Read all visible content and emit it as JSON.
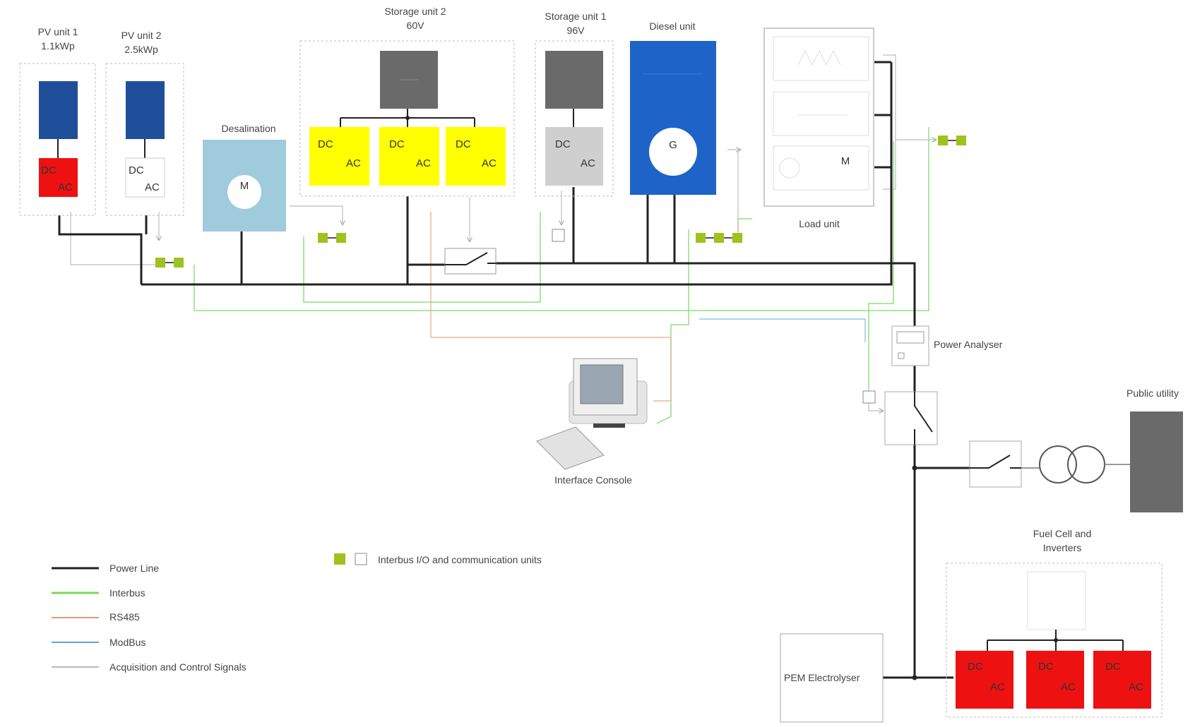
{
  "labels": {
    "pv1_line1": "PV unit 1",
    "pv1_line2": "1.1kWp",
    "pv2_line1": "PV unit 2",
    "pv2_line2": "2.5kWp",
    "storage2_line1": "Storage unit 2",
    "storage2_line2": "60V",
    "storage1_line1": "Storage unit 1",
    "storage1_line2": "96V",
    "diesel": "Diesel unit",
    "desal": "Desalination",
    "load": "Load unit",
    "power_analyser": "Power Analyser",
    "public_utility": "Public utility",
    "interface_console": "Interface Console",
    "fuel_cell_line1": "Fuel Cell and",
    "fuel_cell_line2": "Inverters",
    "pem": "PEM Electrolyser",
    "dc": "DC",
    "ac": "AC",
    "motor": "M",
    "generator": "G"
  },
  "legend": {
    "power_line": "Power Line",
    "interbus": "Interbus",
    "rs485": "RS485",
    "modbus": "ModBus",
    "acq": "Acquisition and Control Signals",
    "io_units": "Interbus I/O and communication units"
  },
  "colors": {
    "power_line": "#222222",
    "interbus": "#7ed957",
    "rs485": "#e39c6c",
    "modbus": "#5aa7d8",
    "acq": "#b8b8b8",
    "pv_panel": "#1f4f9a",
    "inverter_red": "#ee1111",
    "inverter_yellow": "#ffff00",
    "battery_gray": "#6a6a6a",
    "light_gray": "#cfcfcf",
    "diesel_blue": "#1e64c8",
    "desal_blue": "#9fcbdd",
    "io_green": "#9ec21e"
  }
}
